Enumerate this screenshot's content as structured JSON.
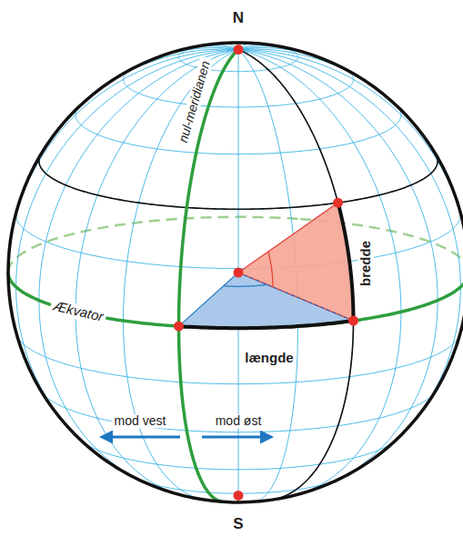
{
  "diagram": {
    "labels": [
      "N",
      "nul-meridianen",
      "bredde",
      "Ækvator",
      "længde",
      "mod vest",
      "mod øst",
      "S"
    ]
  }
}
